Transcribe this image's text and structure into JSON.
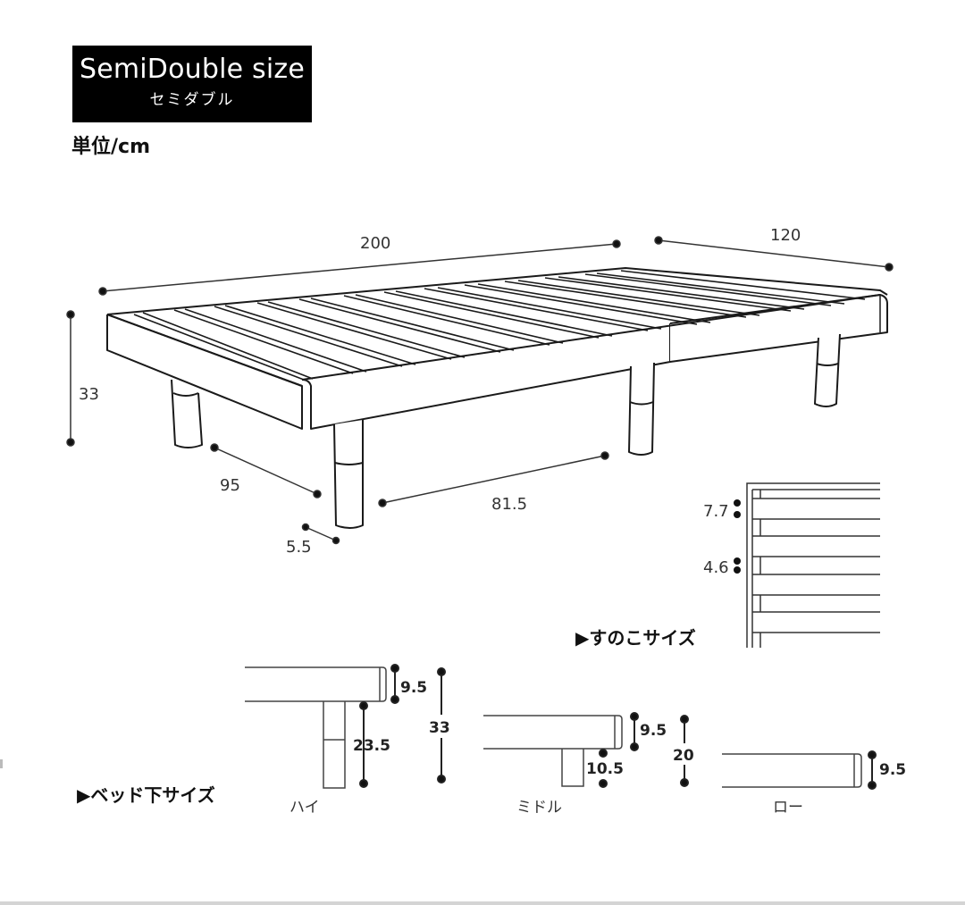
{
  "header": {
    "title_en": "SemiDouble size",
    "title_ja": "セミダブル",
    "unit_label": "単位/cm"
  },
  "main_view": {
    "length": "200",
    "width": "120",
    "total_height": "33",
    "leg_span_width": "95",
    "leg_span_length": "81.5",
    "leg_diameter": "5.5"
  },
  "slat_section": {
    "label": "▶すのこサイズ",
    "slat_width": "7.7",
    "slat_gap": "4.6"
  },
  "under_bed_section": {
    "label": "▶ベッド下サイズ",
    "variants": [
      {
        "name": "ハイ",
        "frame_height": "9.5",
        "leg_height": "23.5",
        "total_height": "33"
      },
      {
        "name": "ミドル",
        "frame_height": "9.5",
        "leg_height": "10.5",
        "total_height": "20"
      },
      {
        "name": "ロー",
        "frame_height": "9.5"
      }
    ]
  },
  "colors": {
    "title_bg": "#000000",
    "title_text": "#ffffff",
    "line": "#1a1a1a",
    "dim_line": "#333333"
  }
}
